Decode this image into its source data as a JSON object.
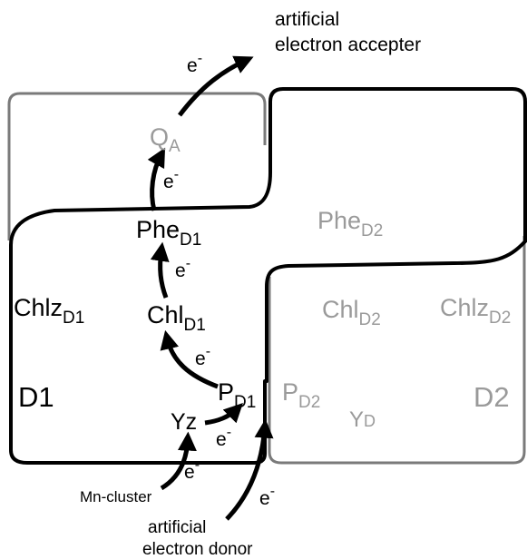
{
  "colors": {
    "ink": "#000000",
    "muted": "#9a9a9a",
    "outline_gray": "#7a7a7a"
  },
  "labels": {
    "artificial_acceptor_line1": "artificial",
    "artificial_acceptor_line2": "electron accepter",
    "artificial_donor_line1": "artificial",
    "artificial_donor_line2": "electron donor",
    "mn_cluster": "Mn-cluster",
    "electron": "e",
    "electron_sup": "-",
    "d1": "D1",
    "d2": "D2",
    "qa_main": "Q",
    "qa_sub": "A",
    "phe_d1_main": "Phe",
    "phe_d1_sub": "D1",
    "phe_d2_main": "Phe",
    "phe_d2_sub": "D2",
    "chl_d1_main": "Chl",
    "chl_d1_sub": "D1",
    "chl_d2_main": "Chl",
    "chl_d2_sub": "D2",
    "chlz_d1_main": "Chlz",
    "chlz_d1_sub": "D1",
    "chlz_d2_main": "Chlz",
    "chlz_d2_sub": "D2",
    "p_d1_main": "P",
    "p_d1_sub": "D1",
    "p_d2_main": "P",
    "p_d2_sub": "D2",
    "yz": "Yz",
    "yd_main": "Y",
    "yd_sub": "D"
  }
}
